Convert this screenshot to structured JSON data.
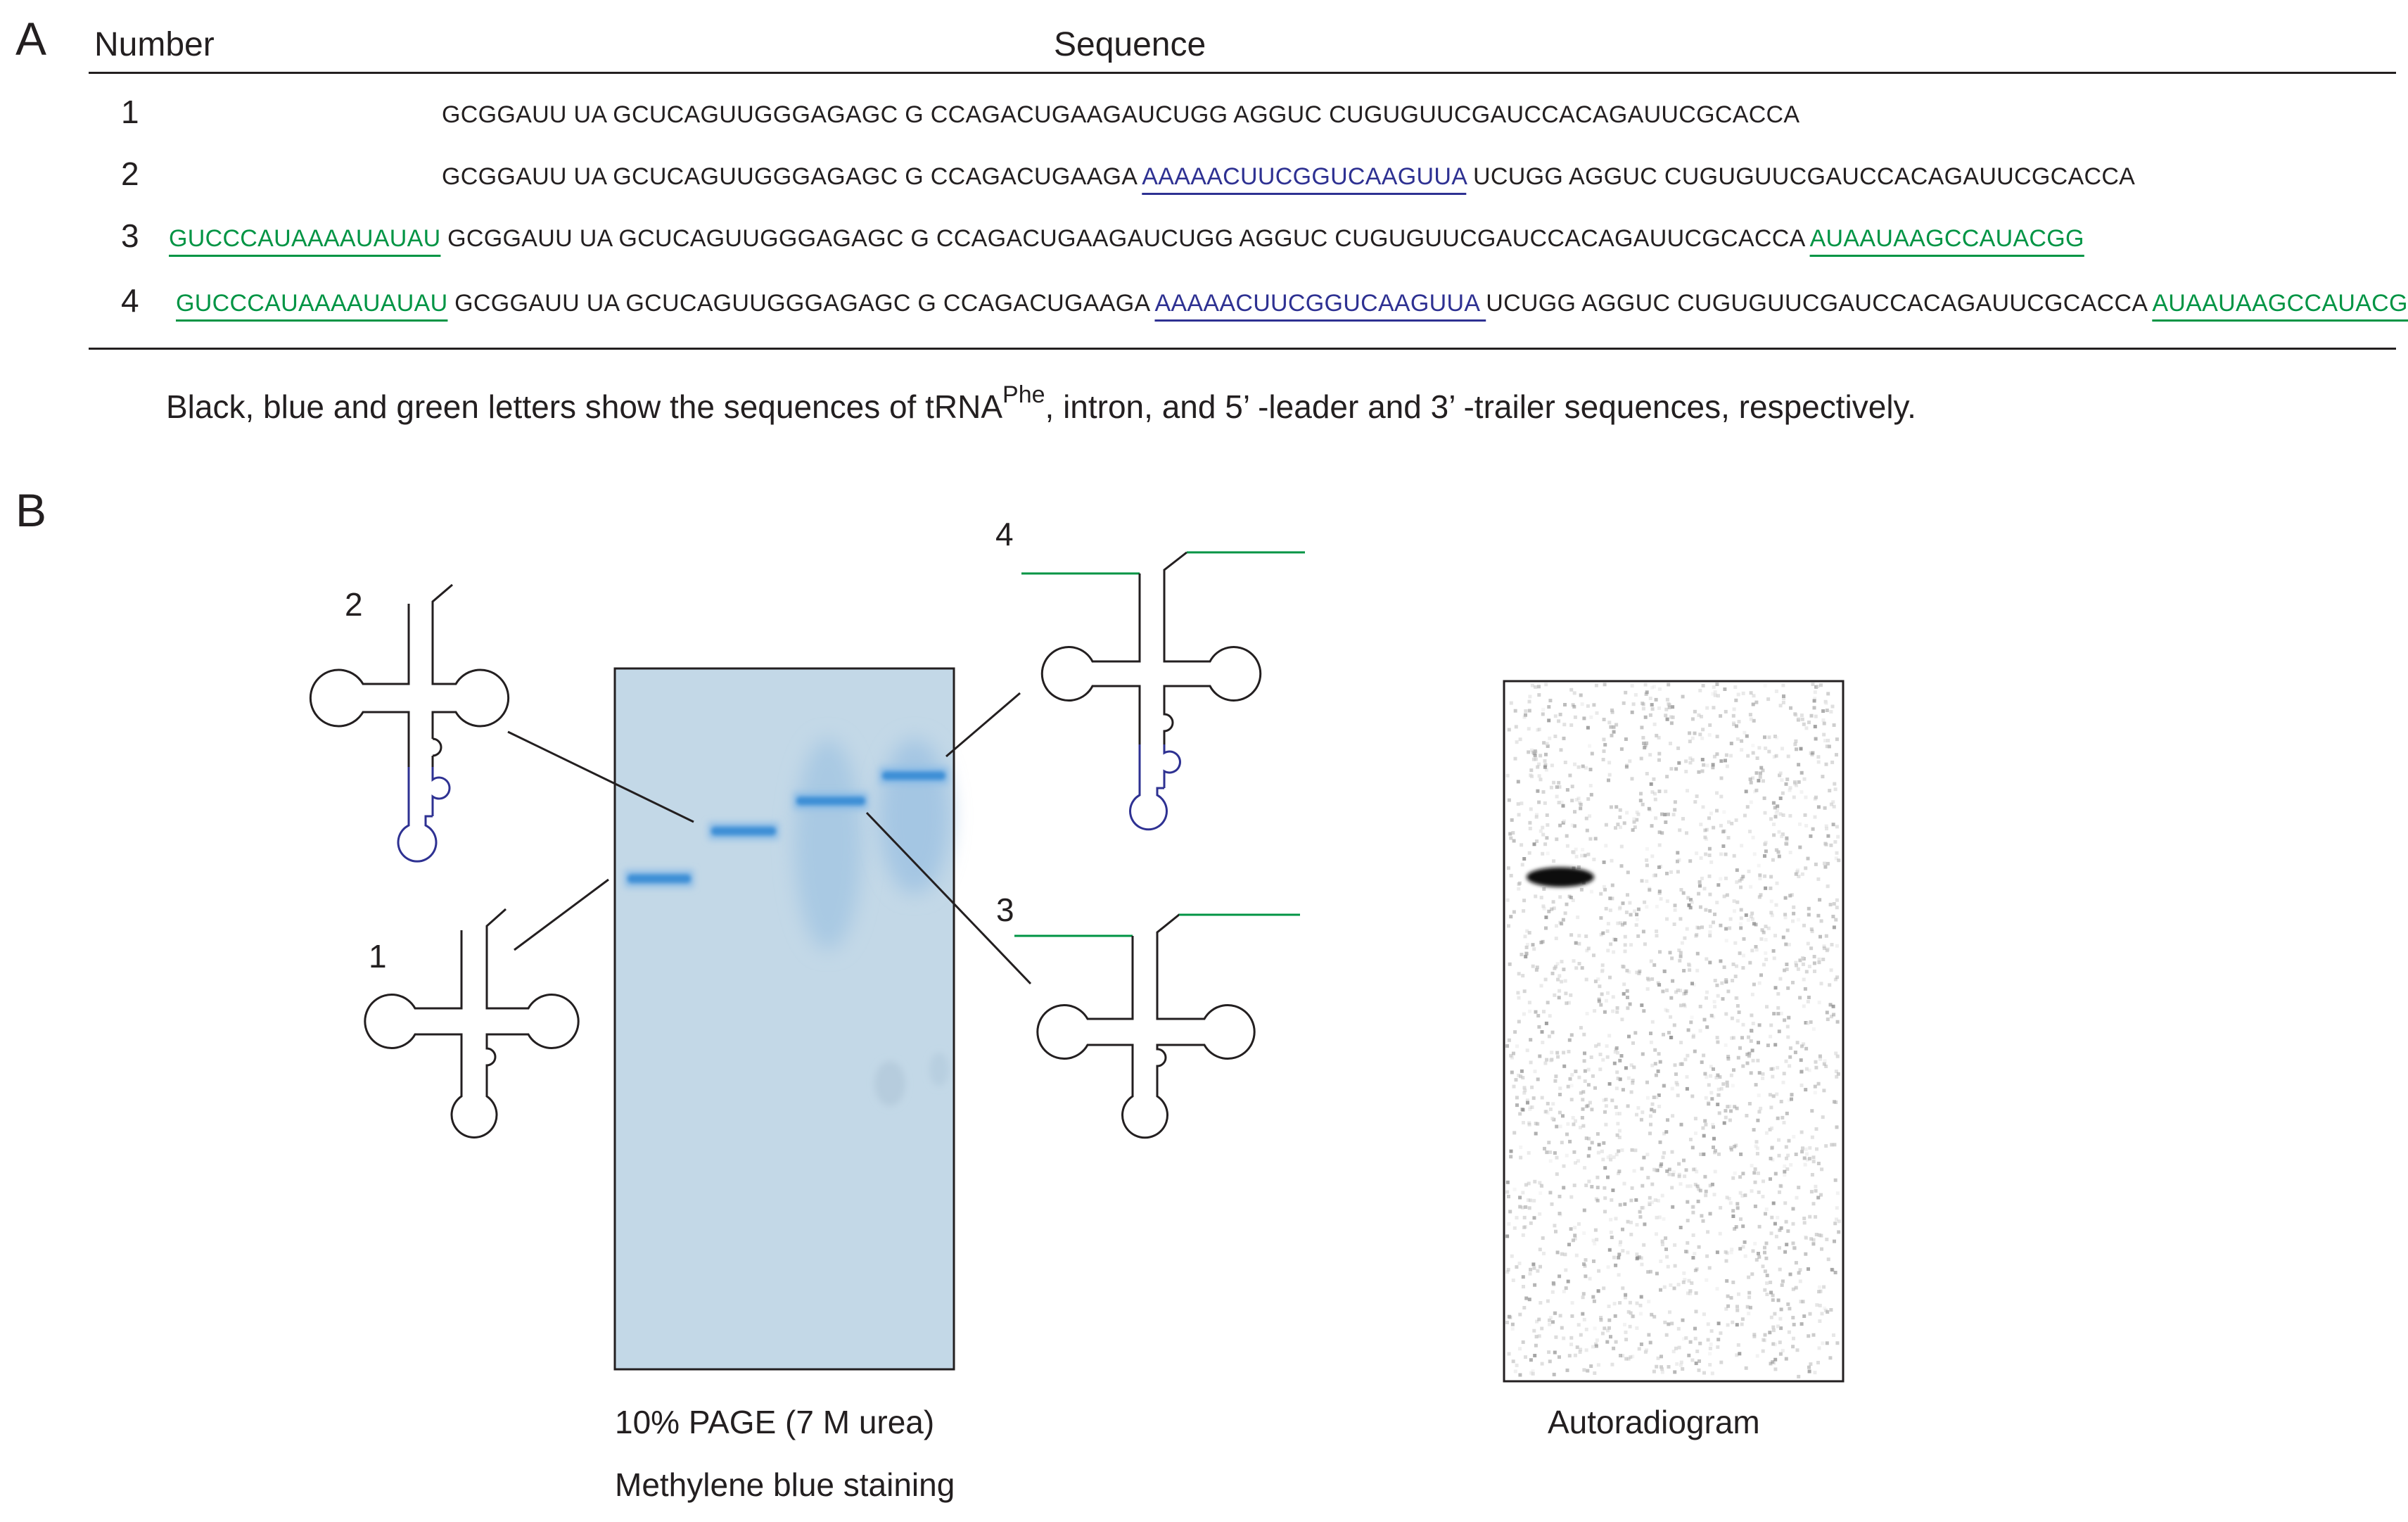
{
  "panel_a": {
    "label": "A",
    "header": {
      "number": "Number",
      "sequence": "Sequence"
    },
    "rows": [
      {
        "number": "1",
        "segments": [
          {
            "text": "GCGGAUU UA GCUCAGUUGGGAGAGC G CCAGACUGAAGAUCUGG AGGUC CUGUGUUCGAUCCACAGAUUCGCACCA",
            "kind": "black"
          }
        ]
      },
      {
        "number": "2",
        "segments": [
          {
            "text": "GCGGAUU UA GCUCAGUUGGGAGAGC G CCAGACUGAAGA ",
            "kind": "black"
          },
          {
            "text": "AAAAACUUCGGUCAAGUUA",
            "kind": "blue"
          },
          {
            "text": " UCUGG AGGUC CUGUGUUCGAUCCACAGAUUCGCACCA",
            "kind": "black"
          }
        ]
      },
      {
        "number": "3",
        "segments": [
          {
            "text": "GUCCCAUAAAAUAUAU",
            "kind": "green"
          },
          {
            "text": " GCGGAUU UA GCUCAGUUGGGAGAGC G CCAGACUGAAGAUCUGG AGGUC CUGUGUUCGAUCCACAGAUUCGCACCA ",
            "kind": "black"
          },
          {
            "text": "AUAAUAAGCCAUACGG",
            "kind": "green"
          }
        ]
      },
      {
        "number": "4",
        "segments": [
          {
            "text": "GUCCCAUAAAAUAUAU",
            "kind": "green"
          },
          {
            "text": " GCGGAUU UA GCUCAGUUGGGAGAGC G CCAGACUGAAGA ",
            "kind": "black"
          },
          {
            "text": "AAAAACUUCGGUCAAGUUA ",
            "kind": "blue"
          },
          {
            "text": "UCUGG AGGUC CUGUGUUCGAUCCACAGAUUCGCACCA ",
            "kind": "black"
          },
          {
            "text": "AUAAUAAGCCAUACGG",
            "kind": "green"
          }
        ]
      }
    ],
    "caption_before": "Black, blue and green letters show the sequences of tRNA",
    "caption_sup": "Phe",
    "caption_after": ", intron, and 5’ -leader and 3’ -trailer sequences, respectively."
  },
  "panel_b": {
    "label": "B",
    "structure_labels": [
      "1",
      "2",
      "3",
      "4"
    ],
    "gel_label_line1": "10% PAGE (7 M urea)",
    "gel_label_line2": "Methylene blue staining",
    "autoradiogram_label": "Autoradiogram"
  },
  "colors": {
    "text": "#231f20",
    "intron_blue": "#2e3192",
    "leader_green": "#009444",
    "gel_background": "#c3d8e7",
    "gel_band": "#3d8fd6",
    "autoradiogram_band": "#111111"
  },
  "lanes": [
    {
      "lane": "1",
      "band_fraction": 0.3
    },
    {
      "lane": "2",
      "band_fraction": 0.232
    },
    {
      "lane": "3",
      "band_fraction": 0.189
    },
    {
      "lane": "4",
      "band_fraction": 0.153
    }
  ]
}
